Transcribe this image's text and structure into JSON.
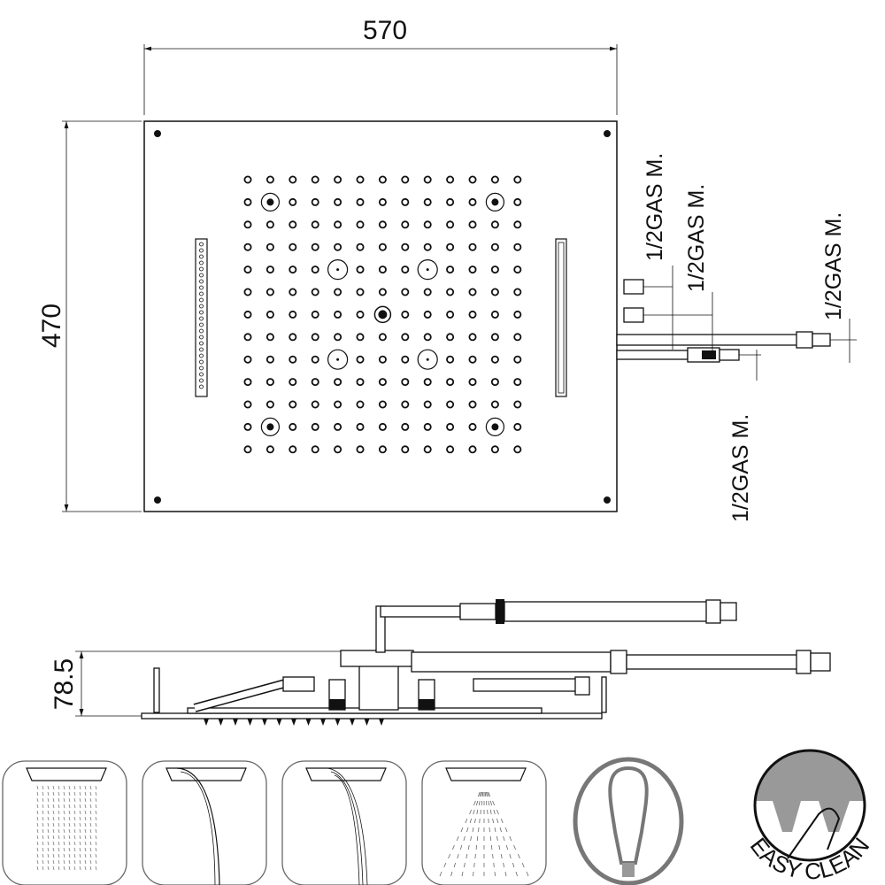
{
  "dimensions": {
    "width": "570",
    "height": "470",
    "depth": "78.5"
  },
  "connections": [
    "1/2GAS M.",
    "1/2GAS M.",
    "1/2GAS M.",
    "1/2GAS M."
  ],
  "features": {
    "easy_clean": "EASY CLEAN"
  },
  "nozzle_grid": {
    "columns": 13,
    "rows": 13
  }
}
